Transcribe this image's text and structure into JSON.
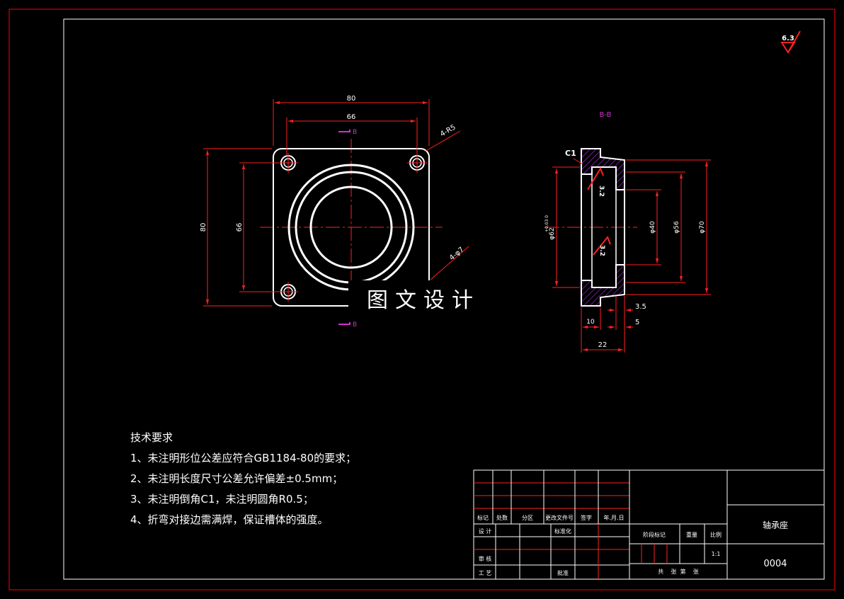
{
  "front_view": {
    "dim_outer_width": "80",
    "dim_hole_spacing_x": "66",
    "dim_outer_height": "80",
    "dim_hole_spacing_y": "66",
    "corner_radius_label": "4-R5",
    "hole_label": "4-φ7",
    "section_mark": "B"
  },
  "section_view": {
    "title": "B-B",
    "chamfer": "C1",
    "roughness_top": "3.2",
    "roughness_bottom": "3.2",
    "dim_bore": "φ62",
    "dim_bore_tol": "+0.03 0",
    "dim_d40": "φ40",
    "dim_d56": "φ56",
    "dim_d70": "φ70",
    "dim_3_5": "3.5",
    "dim_10": "10",
    "dim_5": "5",
    "dim_22": "22"
  },
  "roughness_general": "6.3",
  "tech_requirements": {
    "title": "技术要求",
    "items": [
      "1、未注明形位公差应符合GB1184-80的要求；",
      "2、未注明长度尺寸公差允许偏差±0.5mm；",
      "3、未注明倒角C1，未注明圆角R0.5；",
      "4、折弯对接边需满焊，保证槽体的强度。"
    ]
  },
  "watermark": "图文设计",
  "title_block": {
    "col_headers": [
      "标记",
      "处数",
      "分区",
      "更改文件号",
      "签字",
      "年.月.日"
    ],
    "design": "设 计",
    "standardize": "标准化",
    "review": "审 核",
    "process": "工 艺",
    "approve": "批准",
    "stage_mark": "阶段标记",
    "weight": "重量",
    "scale": "比例",
    "scale_value": "1:1",
    "sheets": "共    张  第    张",
    "part_name": "轴承座",
    "drawing_no": "0004"
  },
  "colors": {
    "border_red": "#ff0000",
    "geometry_white": "#ffffff",
    "dimension_red": "#ff2020",
    "hatch_purple": "#c040ff",
    "label_magenta": "#cc33cc"
  }
}
